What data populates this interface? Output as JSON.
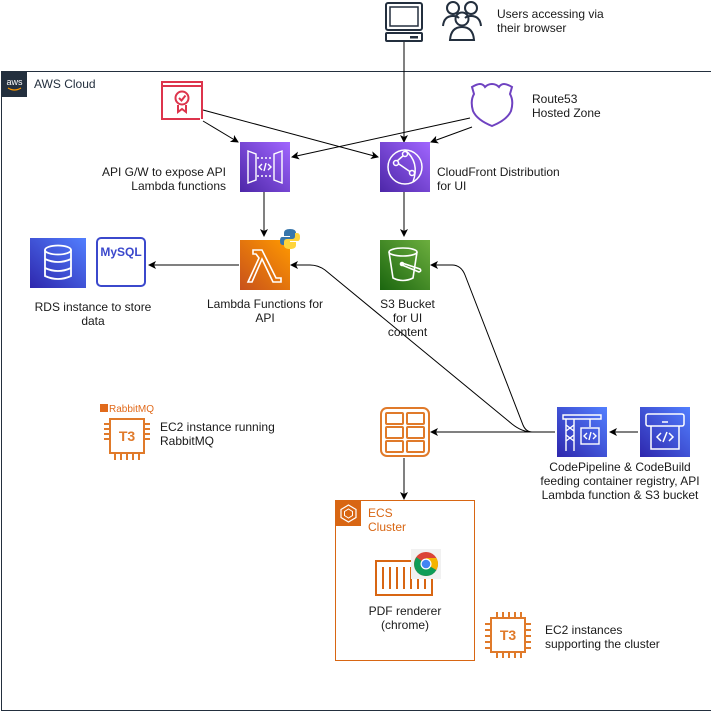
{
  "diagram": {
    "cloud": {
      "title": "AWS Cloud",
      "logo_text": "aws"
    },
    "users": {
      "label": "Users accessing via\ntheir browser",
      "line1": "Users accessing via",
      "line2": "their browser"
    },
    "route53": {
      "line1": "Route53",
      "line2": "Hosted Zone"
    },
    "api_gateway": {
      "line1": "API G/W to expose API",
      "line2": "Lambda functions"
    },
    "cloudfront": {
      "line1": "CloudFront Distribution",
      "line2": "for UI"
    },
    "lambda": {
      "line1": "Lambda Functions for",
      "line2": "API"
    },
    "rds": {
      "line1": "RDS instance to store",
      "line2": "data",
      "mysql_label": "MySQL"
    },
    "s3": {
      "line1": "S3 Bucket",
      "line2": "for UI",
      "line3": "content"
    },
    "rabbitmq": {
      "brand": "RabbitMQ",
      "chip": "T3",
      "line1": "EC2 instance running",
      "line2": "RabbitMQ"
    },
    "codepipeline": {
      "line1": "CodePipeline & CodeBuild",
      "line2": "feeding container registry, API",
      "line3": "Lambda function & S3 bucket"
    },
    "ecs": {
      "title_line1": "ECS",
      "title_line2": "Cluster",
      "renderer_line1": "PDF renderer",
      "renderer_line2": "(chrome)"
    },
    "ec2_cluster": {
      "chip": "T3",
      "line1": "EC2 instances",
      "line2": "supporting the cluster"
    }
  },
  "colors": {
    "aws_dark": "#232f3e",
    "security_red": "#dd344c",
    "network_purple": "#8c4fff",
    "network_purple_dark": "#5a30b5",
    "compute_orange": "#ed7100",
    "compute_orange_dark": "#d86613",
    "storage_green": "#3f8624",
    "database_blue": "#3b48cc",
    "devtools_blue": "#3b48cc",
    "route53_outline": "#6f42c1"
  },
  "edges": [
    {
      "from": "users",
      "to": "cloudfront"
    },
    {
      "from": "certificate",
      "to": "api_gateway"
    },
    {
      "from": "certificate",
      "to": "cloudfront"
    },
    {
      "from": "route53",
      "to": "api_gateway"
    },
    {
      "from": "route53",
      "to": "cloudfront"
    },
    {
      "from": "api_gateway",
      "to": "lambda"
    },
    {
      "from": "cloudfront",
      "to": "s3"
    },
    {
      "from": "lambda",
      "to": "rds"
    },
    {
      "from": "codepipeline",
      "to": "lambda"
    },
    {
      "from": "codepipeline",
      "to": "s3"
    },
    {
      "from": "codepipeline",
      "to": "container_registry"
    },
    {
      "from": "codebuild",
      "to": "codepipeline"
    },
    {
      "from": "container_registry",
      "to": "ecs_cluster"
    }
  ]
}
